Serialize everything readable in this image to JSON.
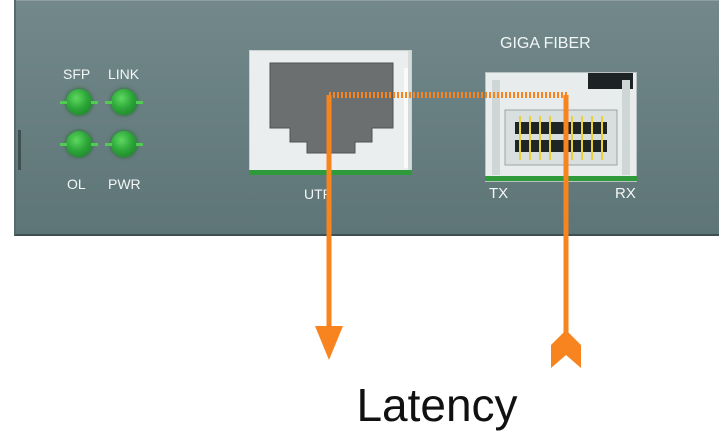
{
  "labels": {
    "sfp": "SFP",
    "link": "LINK",
    "ol": "OL",
    "pwr": "PWR",
    "utp": "UTP",
    "giga_fiber": "GIGA FIBER",
    "tx": "TX",
    "rx": "RX"
  },
  "caption": "Latency",
  "colors": {
    "panel": "#6b8183",
    "led_green": "#2ea83a",
    "arrow_orange": "#f7841e",
    "port_white": "#ebeeee"
  }
}
